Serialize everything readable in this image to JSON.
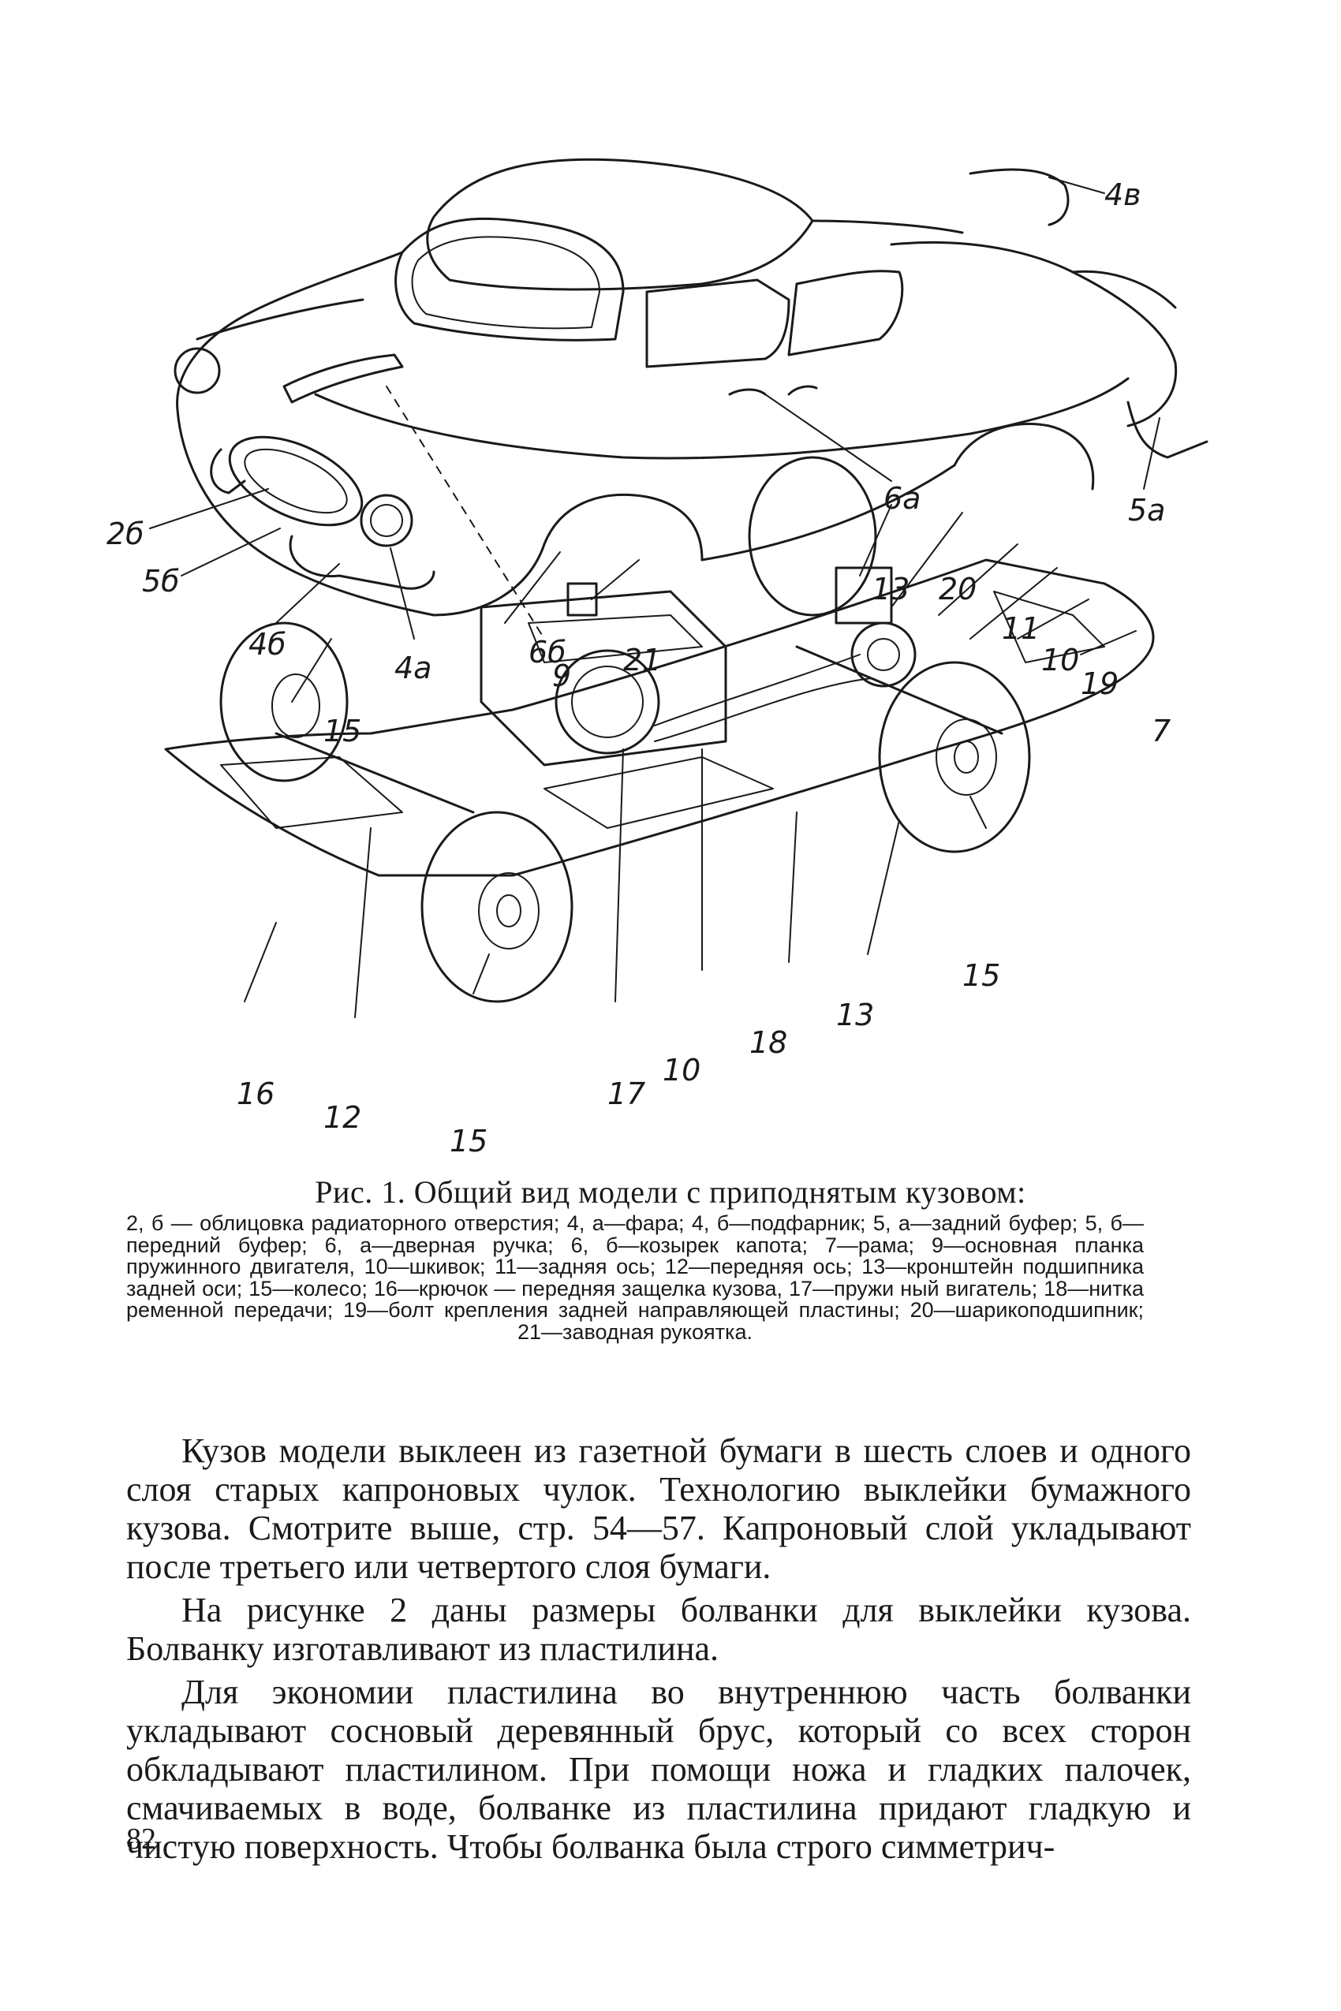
{
  "figure": {
    "labels": {
      "l4v": "4в",
      "l2b": "2б",
      "l5b": "5б",
      "l4b": "4б",
      "l4a": "4а",
      "l6b": "6б",
      "l6a": "6а",
      "l5a": "5а",
      "l13a": "13",
      "l20": "20",
      "l11": "11",
      "l10a": "10",
      "l19": "19",
      "l7": "7",
      "l9": "9",
      "l21": "21",
      "l15a": "15",
      "l15b": "15",
      "l15c": "15",
      "l16": "16",
      "l12": "12",
      "l17": "17",
      "l10b": "10",
      "l18": "18",
      "l13b": "13"
    }
  },
  "caption": {
    "title": "Рис. 1. Общий вид модели с приподнятым кузовом:",
    "legend": "2, б — облицовка радиаторного отверстия; 4, а—фара; 4, б—подфарник; 5, а—задний буфер; 5, б—передний буфер; 6, а—дверная ручка; 6, б—козырек капота; 7—рама; 9—основная планка пружинного двигателя, 10—шкивок; 11—задняя ось; 12—передняя ось; 13—кронштейн подшипника задней оси; 15—колесо; 16—крючок — передняя защелка кузова, 17—пружи ный вигатель; 18—нитка ременной передачи; 19—болт крепления задней направляющей пластины; 20—шарикоподшипник; 21—заводная рукоятка."
  },
  "body": {
    "p1": "Кузов модели выклеен из газетной бумаги в шесть слоев и одного слоя старых капроновых чулок. Технологию выклейки бумажного кузова. Смотрите выше, стр. 54—57. Капроновый слой укладывают после третьего или четвертого слоя бумаги.",
    "p2": "На рисунке 2 даны размеры болванки для выклейки кузова. Болванку изготавливают из пластилина.",
    "p3": "Для экономии пластилина во внутреннюю часть болванки укладывают сосновый деревянный брус, который со всех сторон обкладывают пластилином. При помощи ножа и гладких палочек, смачиваемых в воде, болванке из пластилина придают гладкую и чистую поверхность. Чтобы болванка была строго симметрич-"
  },
  "page_number": "82"
}
